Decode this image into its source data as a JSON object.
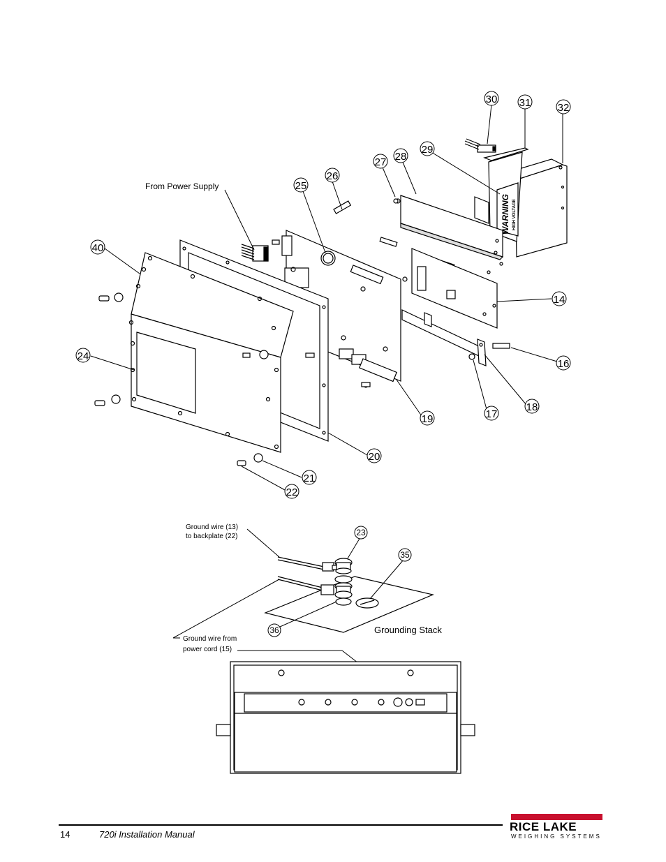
{
  "callouts": {
    "c14": "14",
    "c16": "16",
    "c17": "17",
    "c18": "18",
    "c19": "19",
    "c20": "20",
    "c21": "21",
    "c22": "22",
    "c23": "23",
    "c24": "24",
    "c25": "25",
    "c26": "26",
    "c27": "27",
    "c28": "28",
    "c29": "29",
    "c30": "30",
    "c31": "31",
    "c32": "32",
    "c35": "35",
    "c36": "36",
    "c40": "40"
  },
  "labels": {
    "from_power_supply": "From Power Supply",
    "ground_wire_13_line1": "Ground wire (13)",
    "ground_wire_13_line2": "to backplate (22)",
    "ground_wire_power_line1": "Ground wire from",
    "ground_wire_power_line2": "power cord (15)",
    "grounding_stack": "Grounding Stack",
    "warning": "WARNING",
    "high_voltage": "HIGH VOLTAGE"
  },
  "footer": {
    "page_number": "14",
    "manual_title": "720i Installation Manual"
  },
  "logo": {
    "name": "RICE LAKE",
    "tagline": "WEIGHING SYSTEMS",
    "brand_color": "#c8102e"
  }
}
